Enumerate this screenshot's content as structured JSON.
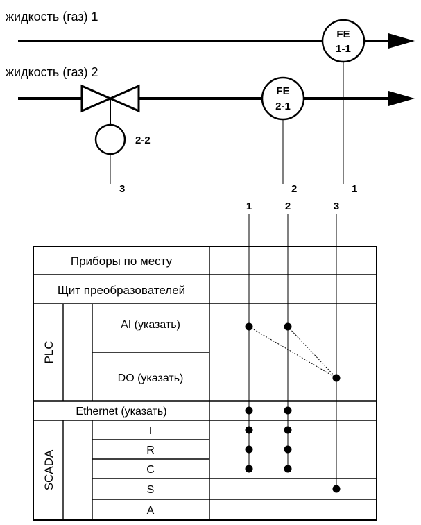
{
  "pipelines": [
    {
      "label": "жидкость (газ) 1"
    },
    {
      "label": "жидкость (газ) 2"
    }
  ],
  "instruments": [
    {
      "tag_top": "FE",
      "tag_bottom": "1-1",
      "wire_number": "1"
    },
    {
      "tag_top": "FE",
      "tag_bottom": "2-1",
      "wire_number": "2"
    },
    {
      "tag": "2-2",
      "wire_number": "3"
    }
  ],
  "column_numbers": [
    "1",
    "2",
    "3"
  ],
  "table": {
    "rows": {
      "field_instruments": "Приборы по месту",
      "converter_panel": "Щит преобразователей",
      "plc_group": "PLC",
      "ai": "AI (указать)",
      "do": "DO (указать)",
      "ethernet": "Ethernet (указать)",
      "scada_group": "SCADA",
      "scada_rows": [
        "I",
        "R",
        "C",
        "S",
        "A"
      ]
    }
  },
  "connections": {
    "columns": [
      "1",
      "2",
      "3"
    ],
    "ai": [
      true,
      true,
      false
    ],
    "do": [
      false,
      false,
      true
    ],
    "ethernet": [
      true,
      true,
      false
    ],
    "scada": {
      "I": [
        true,
        true,
        false
      ],
      "R": [
        true,
        true,
        false
      ],
      "C": [
        true,
        true,
        false
      ],
      "S": [
        false,
        false,
        true
      ],
      "A": [
        false,
        false,
        false
      ]
    }
  }
}
